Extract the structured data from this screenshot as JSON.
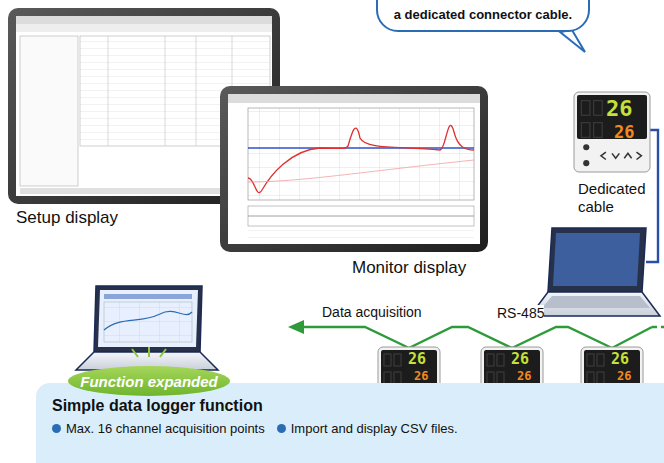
{
  "diagram": {
    "nodes": [
      {
        "text": [
          "a dedicated connector cable."
        ]
      },
      {
        "text": [
          "Function expanded"
        ]
      },
      {
        "text": [
          "Simple data logger function",
          "Max. 16 channel acquisition points",
          "Import and display CSV files."
        ]
      }
    ],
    "labels": [
      "Setup display",
      "Monitor display",
      "Dedicated cable",
      "Data acquisition",
      "RS-485",
      "26",
      "26",
      "26",
      "26",
      "26",
      "26",
      "26",
      "26"
    ]
  }
}
